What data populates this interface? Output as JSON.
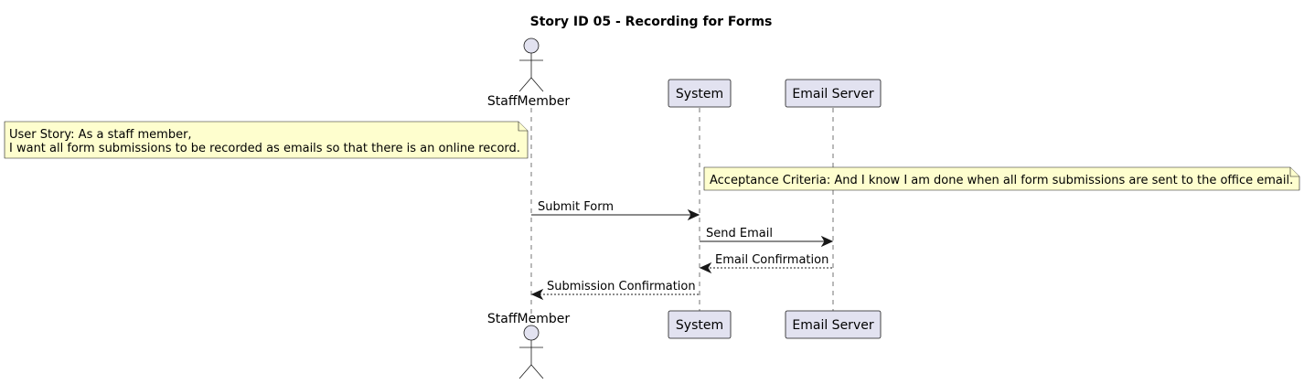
{
  "title": "Story ID 05 - Recording for Forms",
  "participants": [
    {
      "id": "staff",
      "label": "StaffMember",
      "kind": "actor"
    },
    {
      "id": "system",
      "label": "System",
      "kind": "participant"
    },
    {
      "id": "email",
      "label": "Email Server",
      "kind": "participant"
    }
  ],
  "notes": [
    {
      "lines": [
        "User Story: As a staff member,",
        "I want all form submissions to be recorded as emails so that there is an online record."
      ]
    },
    {
      "lines": [
        "Acceptance Criteria: And I know I am done when all form submissions are sent to the office email."
      ]
    }
  ],
  "messages": [
    {
      "from": "staff",
      "to": "system",
      "label": "Submit Form",
      "style": "solid"
    },
    {
      "from": "system",
      "to": "email",
      "label": "Send Email",
      "style": "solid"
    },
    {
      "from": "email",
      "to": "system",
      "label": "Email Confirmation",
      "style": "dashed"
    },
    {
      "from": "system",
      "to": "staff",
      "label": "Submission Confirmation",
      "style": "dashed"
    }
  ],
  "colors": {
    "participant_fill": "#e2e2f0",
    "note_fill": "#fefece",
    "line": "#181818"
  }
}
